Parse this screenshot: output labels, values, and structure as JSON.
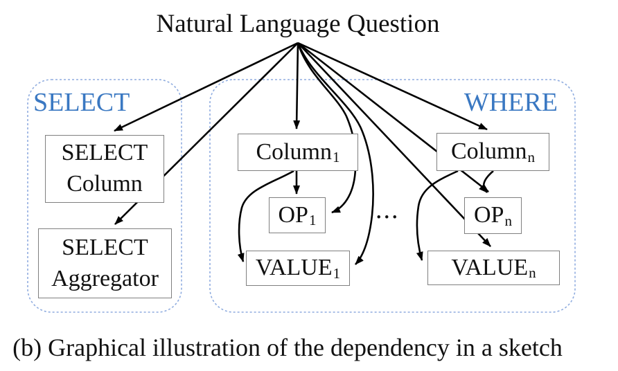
{
  "title": "Natural Language Question",
  "caption": "(b) Graphical illustration of the dependency in a sketch",
  "regions": {
    "select": {
      "label": "SELECT"
    },
    "where": {
      "label": "WHERE"
    }
  },
  "nodes": {
    "select_column": {
      "line1": "SELECT",
      "line2": "Column"
    },
    "select_aggregator": {
      "line1": "SELECT",
      "line2": "Aggregator"
    },
    "column_1": {
      "text": "Column",
      "sub": "1"
    },
    "op_1": {
      "text": "OP",
      "sub": "1"
    },
    "value_1": {
      "text": "VALUE",
      "sub": "1"
    },
    "column_n": {
      "text": "Column",
      "sub": "n"
    },
    "op_n": {
      "text": "OP",
      "sub": "n"
    },
    "value_n": {
      "text": "VALUE",
      "sub": "n"
    }
  },
  "ellipsis": "...",
  "edges": [
    {
      "from": "natural-language-question",
      "to": "select-column"
    },
    {
      "from": "natural-language-question",
      "to": "select-aggregator"
    },
    {
      "from": "natural-language-question",
      "to": "column-1"
    },
    {
      "from": "natural-language-question",
      "to": "op-1"
    },
    {
      "from": "natural-language-question",
      "to": "value-1"
    },
    {
      "from": "natural-language-question",
      "to": "column-n"
    },
    {
      "from": "natural-language-question",
      "to": "op-n"
    },
    {
      "from": "natural-language-question",
      "to": "value-n"
    },
    {
      "from": "select-column",
      "to": "select-aggregator"
    },
    {
      "from": "column-1",
      "to": "op-1"
    },
    {
      "from": "column-1",
      "to": "value-1"
    },
    {
      "from": "column-n",
      "to": "op-n"
    },
    {
      "from": "column-n",
      "to": "value-n"
    }
  ],
  "colors": {
    "accent_blue": "#3A78C2",
    "region_border_blue": "#8FACDF",
    "box_border_gray": "#7f7f7f",
    "arrow_black": "#000000"
  }
}
